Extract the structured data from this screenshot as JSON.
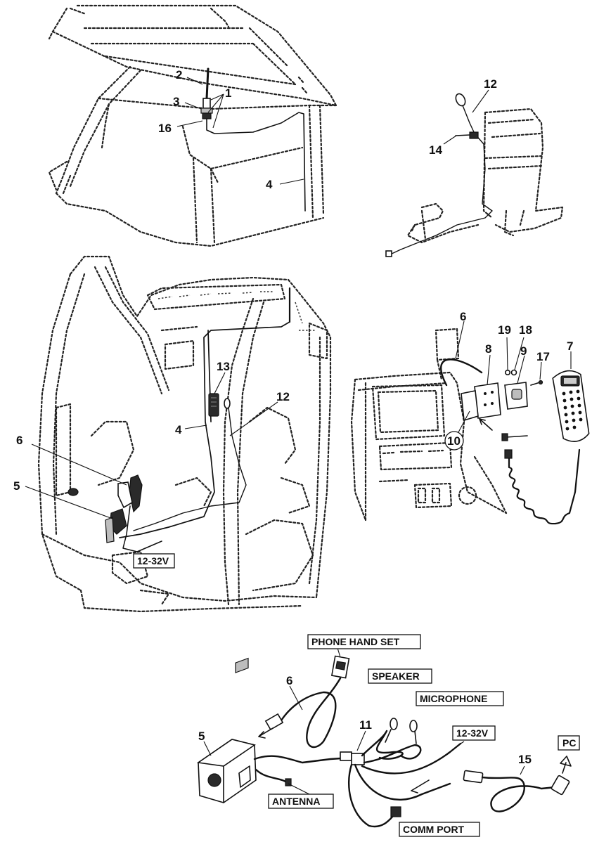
{
  "callouts": {
    "c1": "1",
    "c2": "2",
    "c3": "3",
    "c4a": "4",
    "c4b": "4",
    "c5a": "5",
    "c5b": "5",
    "c6a": "6",
    "c6b": "6",
    "c6c": "6",
    "c7": "7",
    "c8": "8",
    "c9": "9",
    "c10": "10",
    "c11": "11",
    "c12a": "12",
    "c12b": "12",
    "c13": "13",
    "c14": "14",
    "c15": "15",
    "c16": "16",
    "c17": "17",
    "c18": "18",
    "c19": "19"
  },
  "labels": {
    "voltage_cab": "12-32V",
    "phone_hand_set": "PHONE HAND SET",
    "speaker": "SPEAKER",
    "microphone": "MICROPHONE",
    "voltage_harness": "12-32V",
    "pc": "PC",
    "antenna": "ANTENNA",
    "comm_port": "COMM PORT"
  }
}
